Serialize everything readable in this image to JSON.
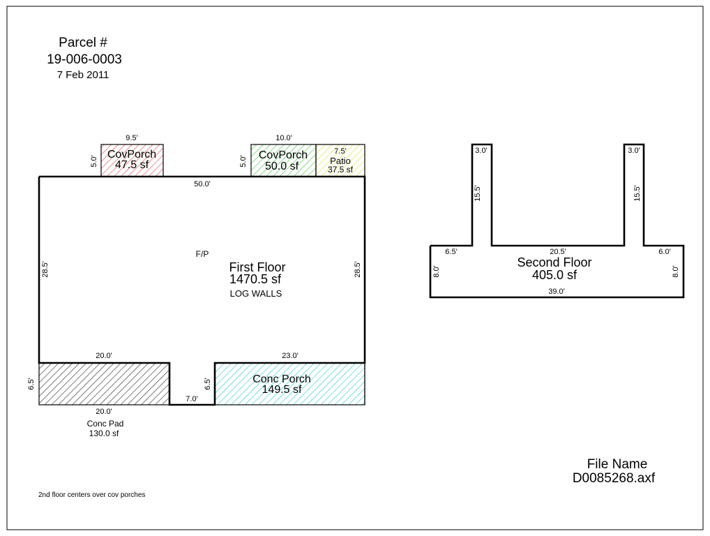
{
  "header": {
    "parcel_label": "Parcel #",
    "parcel_number": "19-006-0003",
    "date": "7 Feb 2011"
  },
  "first_floor": {
    "name": "First Floor",
    "area": "1470.5 sf",
    "wall_type": "LOG WALLS",
    "fireplace": "F/P",
    "dim_top": "50.0'",
    "dim_left": "28.5'",
    "dim_right": "28.5'",
    "dim_bottom_left": "20.0'",
    "dim_bottom_right": "23.0'",
    "dim_notch": "7.0'",
    "dim_notch_side": "6.5'"
  },
  "cov_porch_1": {
    "name": "CovPorch",
    "area": "47.5 sf",
    "dim_top": "9.5'",
    "dim_side": "5.0'",
    "hatch_color": "#e06060"
  },
  "cov_porch_2": {
    "name": "CovPorch",
    "area": "50.0 sf",
    "dim_top": "10.0'",
    "dim_side": "5.0'",
    "hatch_color": "#55cc55"
  },
  "patio": {
    "name": "Patio",
    "area": "37.5 sf",
    "dim_top": "7.5'",
    "hatch_color": "#e6e04a"
  },
  "conc_pad": {
    "name": "Conc Pad",
    "area": "130.0 sf",
    "dim_bottom": "20.0'",
    "dim_side": "6.5'",
    "hatch_color": "#333333"
  },
  "conc_porch": {
    "name": "Conc Porch",
    "area": "149.5 sf",
    "hatch_color": "#40d0d8"
  },
  "second_floor": {
    "name": "Second Floor",
    "area": "405.0 sf",
    "dim_bottom": "39.0'",
    "dim_top_middle": "20.5'",
    "dim_top_left": "6.5'",
    "dim_top_right": "6.0'",
    "dim_left": "8.0'",
    "dim_right": "8.0'",
    "dim_tab_left_width": "3.0'",
    "dim_tab_right_width": "3.0'",
    "dim_tab_left_height": "15.5'",
    "dim_tab_right_height": "15.5'"
  },
  "footer": {
    "note": "2nd floor centers over cov porches",
    "file_label": "File Name",
    "file_name": "D0085268.axf"
  }
}
